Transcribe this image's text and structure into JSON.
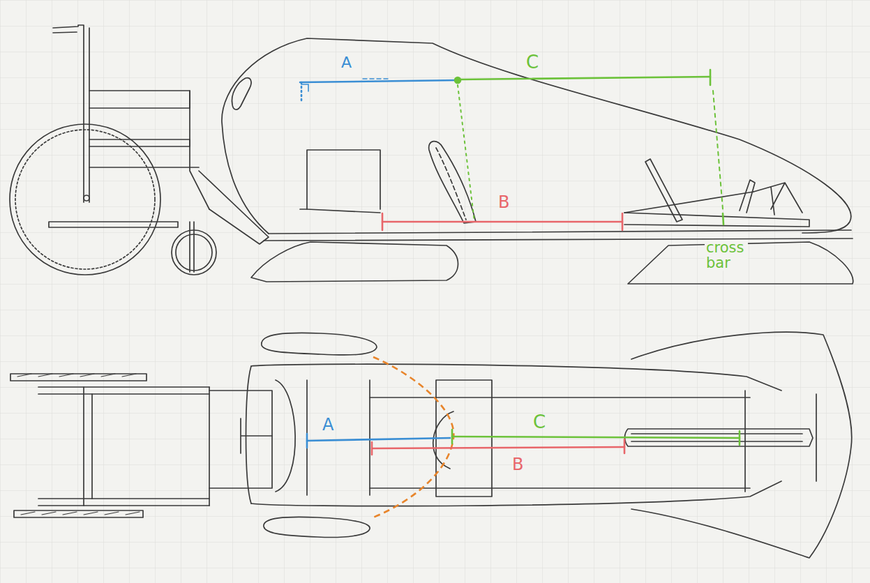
{
  "diagram": {
    "labels": [
      "A",
      "C",
      "B",
      "cross bar",
      "A",
      "C",
      "B"
    ]
  }
}
